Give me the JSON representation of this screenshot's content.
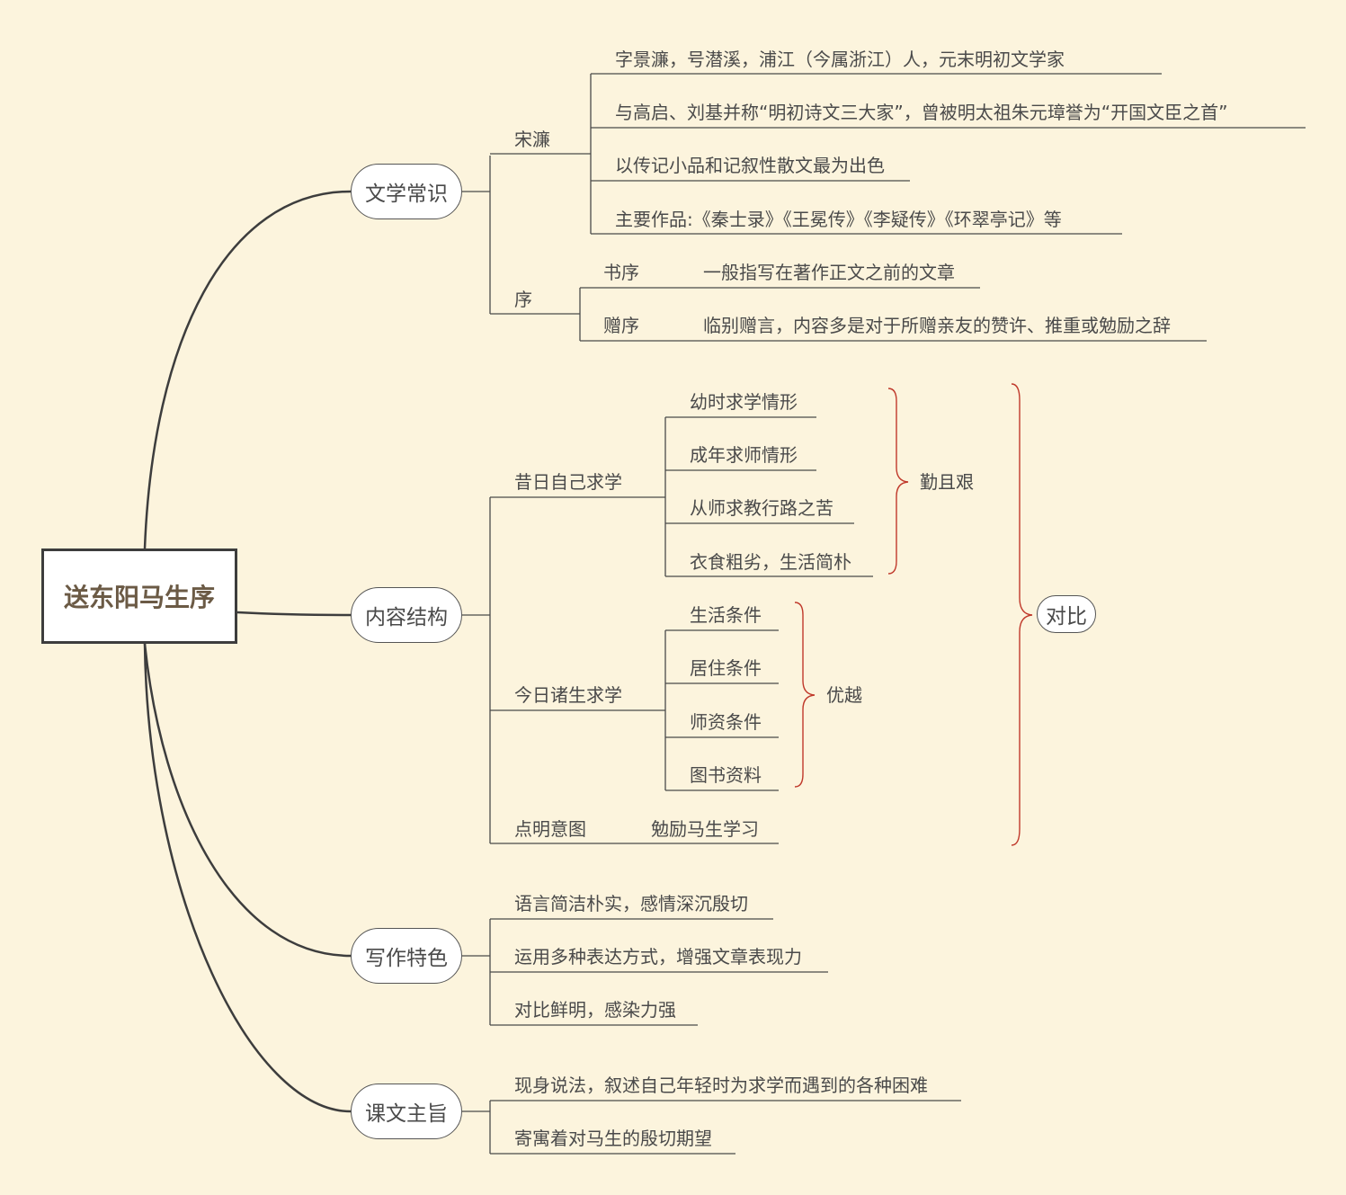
{
  "root": {
    "title": "送东阳马生序"
  },
  "branches": {
    "literary": {
      "label": "文学常识",
      "songlian": {
        "label": "宋濂",
        "items": [
          "字景濂，号潜溪，浦江（今属浙江）人，元末明初文学家",
          "与高启、刘基并称“明初诗文三大家”，曾被明太祖朱元璋誉为“开国文臣之首”",
          "以传记小品和记叙性散文最为出色",
          "主要作品:《秦士录》《王冕传》《李疑传》《环翠亭记》等"
        ]
      },
      "xu": {
        "label": "序",
        "shuxu": {
          "label": "书序",
          "desc": "一般指写在著作正文之前的文章"
        },
        "zengxu": {
          "label": "赠序",
          "desc": "临别赠言，内容多是对于所赠亲友的赞许、推重或勉励之辞"
        }
      }
    },
    "content": {
      "label": "内容结构",
      "past": {
        "label": "昔日自己求学",
        "items": [
          "幼时求学情形",
          "成年求师情形",
          "从师求教行路之苦",
          "衣食粗劣，生活简朴"
        ],
        "summary": "勤且艰"
      },
      "present": {
        "label": "今日诸生求学",
        "items": [
          "生活条件",
          "居住条件",
          "师资条件",
          "图书资料"
        ],
        "summary": "优越"
      },
      "intent": {
        "label": "点明意图",
        "desc": "勉励马生学习"
      },
      "contrast": "对比"
    },
    "writing": {
      "label": "写作特色",
      "items": [
        "语言简洁朴实，感情深沉殷切",
        "运用多种表达方式，增强文章表现力",
        "对比鲜明，感染力强"
      ]
    },
    "theme": {
      "label": "课文主旨",
      "items": [
        "现身说法，叙述自己年轻时为求学而遇到的各种困难",
        "寄寓着对马生的殷切期望"
      ]
    }
  },
  "colors": {
    "background": "#fcf4dd",
    "line": "#3d3d3d",
    "brace": "#c0392b"
  }
}
